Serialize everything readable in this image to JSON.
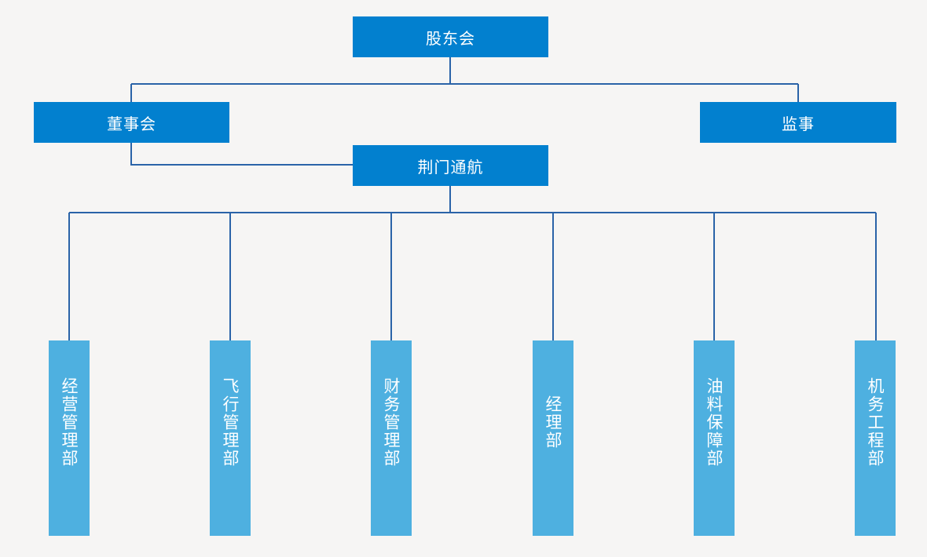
{
  "org": {
    "shareholders": "股东会",
    "board": "董事会",
    "supervisor": "监事",
    "company": "荆门通航",
    "departments": [
      "经营管理部",
      "飞行管理部",
      "财务管理部",
      "经理部",
      "油料保障部",
      "机务工程部"
    ]
  },
  "colors": {
    "top_box": "#0280cf",
    "department_box": "#4eb0e0",
    "connector": "#2a63a8",
    "background": "#f6f5f4"
  }
}
